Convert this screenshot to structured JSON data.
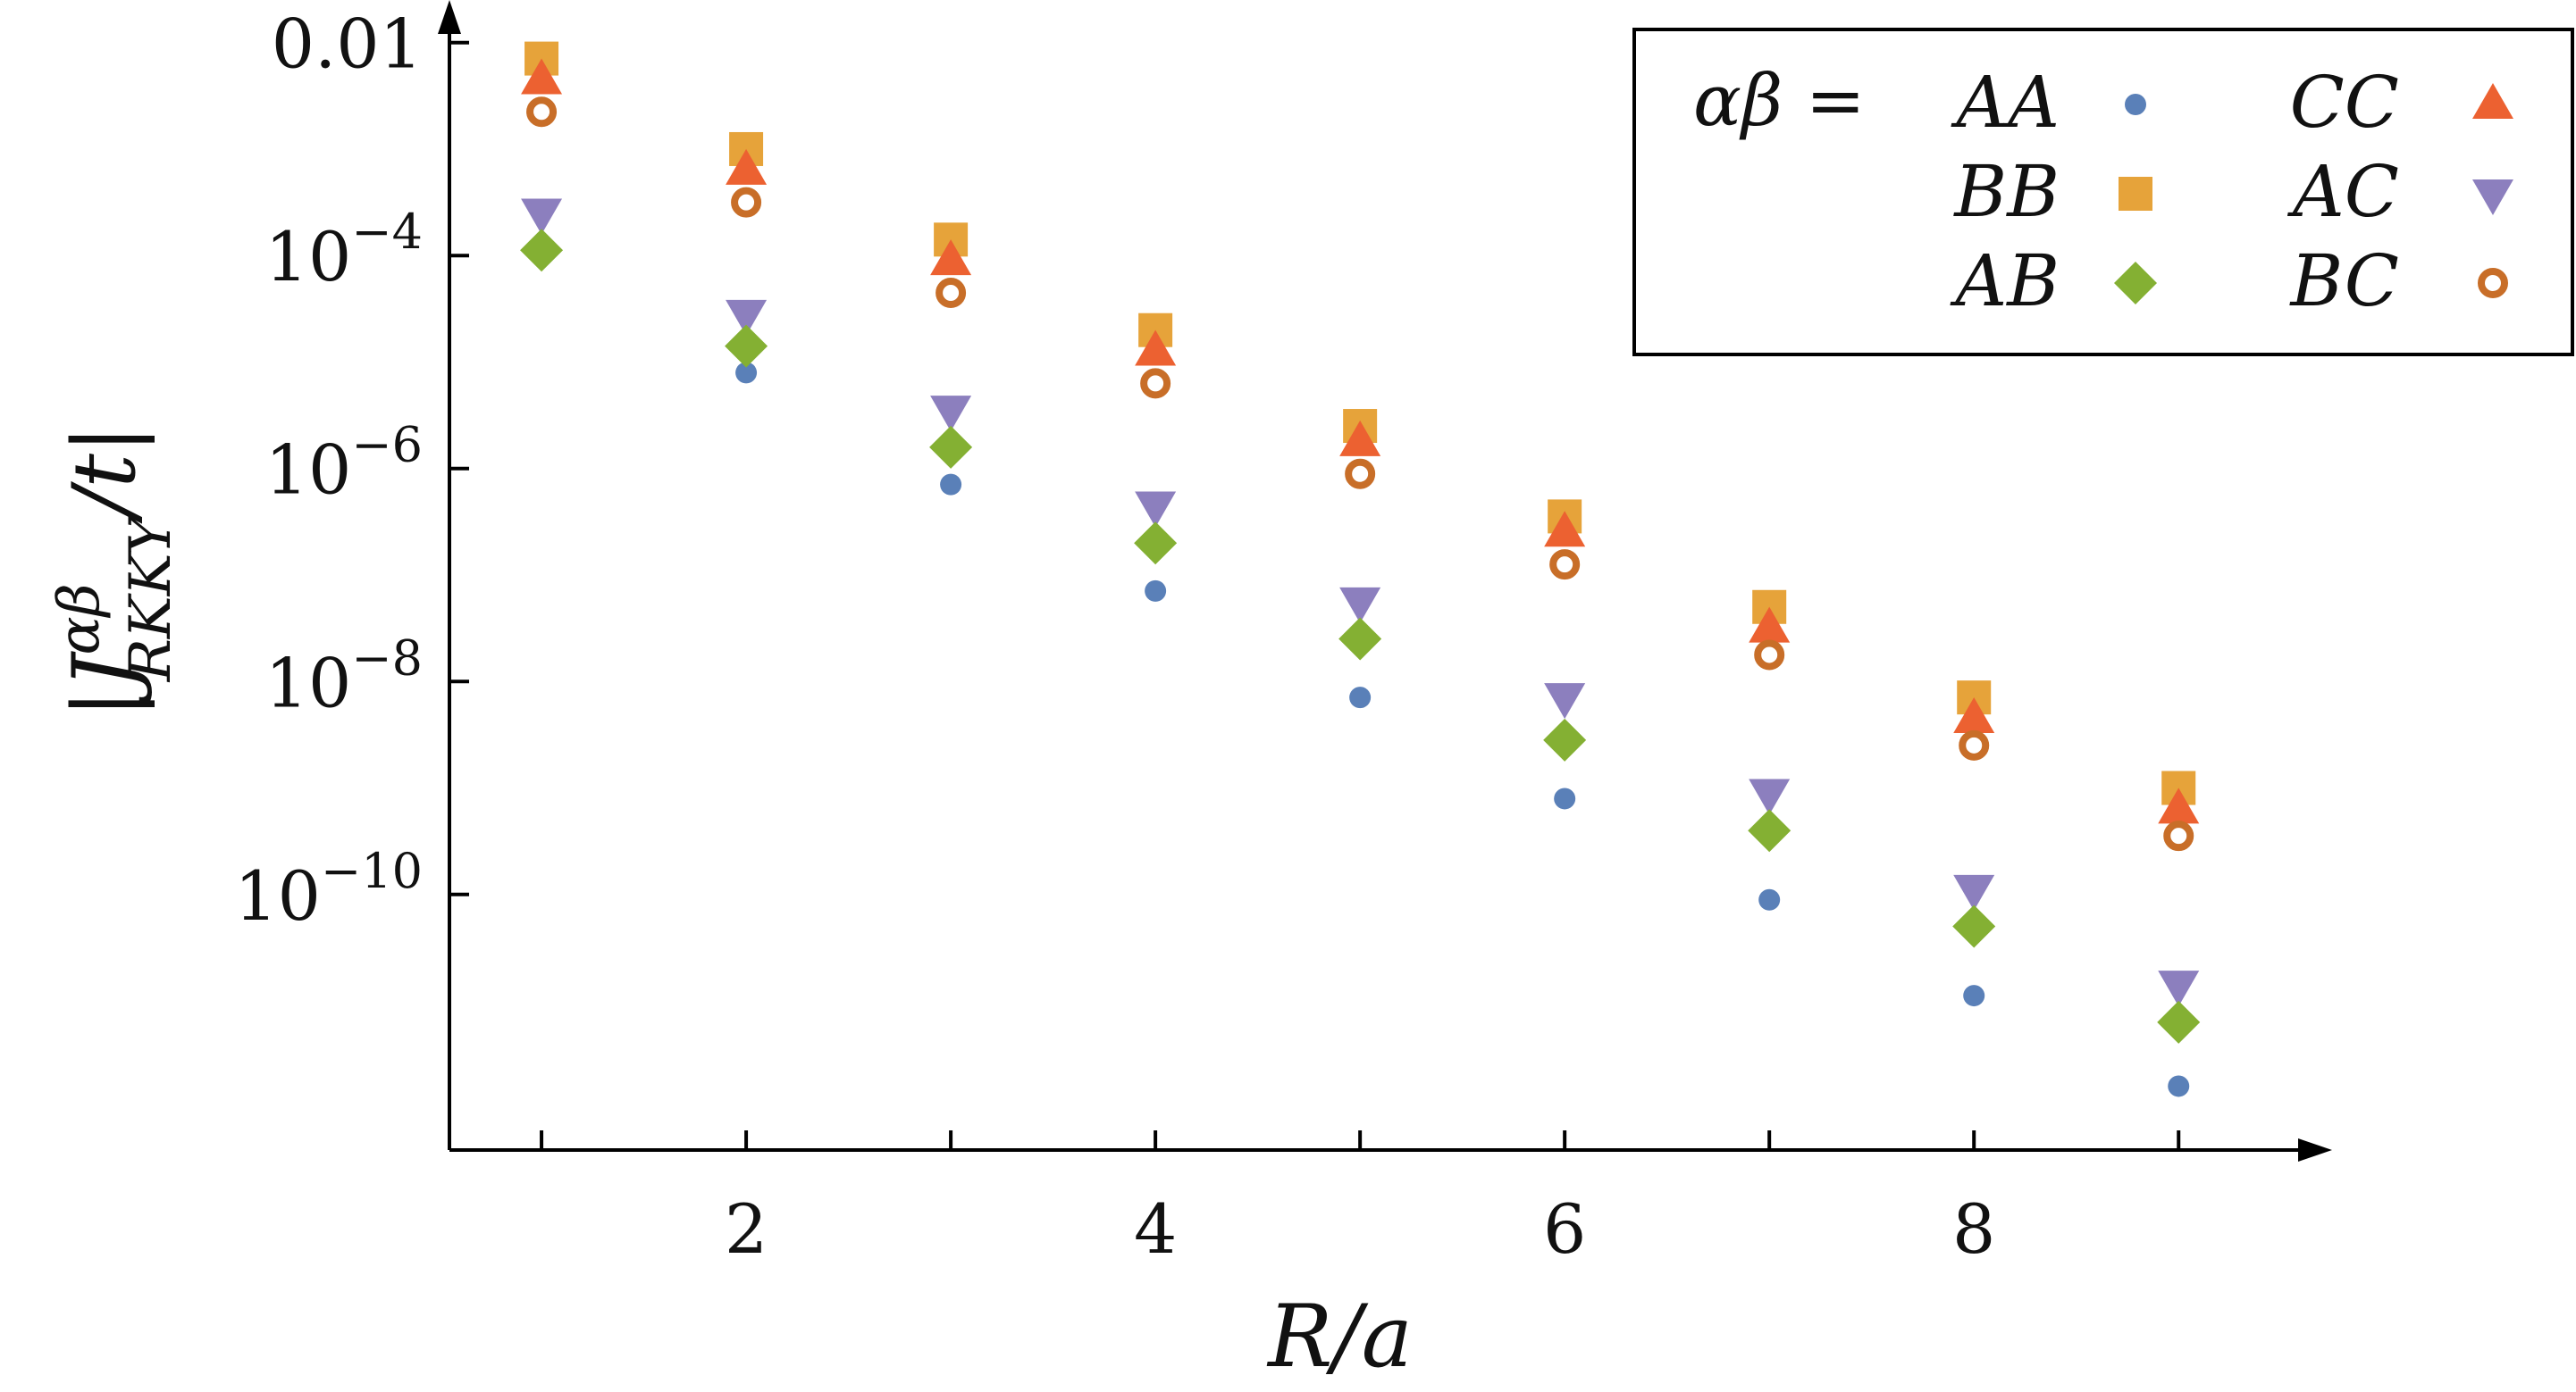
{
  "chart_data": {
    "type": "scatter",
    "xlabel": "R/a",
    "ylabel_main": "|J",
    "ylabel_sup": "αβ",
    "ylabel_sub": "RKKY",
    "ylabel_tail": "/t|",
    "y_scale": "log",
    "xlim": [
      0.55,
      9.75
    ],
    "ylim_log10": [
      -12.4,
      -1.6
    ],
    "x_ticks": [
      {
        "value": 1,
        "label": ""
      },
      {
        "value": 2,
        "label": "2"
      },
      {
        "value": 3,
        "label": ""
      },
      {
        "value": 4,
        "label": "4"
      },
      {
        "value": 5,
        "label": ""
      },
      {
        "value": 6,
        "label": "6"
      },
      {
        "value": 7,
        "label": ""
      },
      {
        "value": 8,
        "label": "8"
      },
      {
        "value": 9,
        "label": ""
      }
    ],
    "y_ticks": [
      {
        "log10": -2,
        "base": "0.01",
        "exp": ""
      },
      {
        "log10": -4,
        "base": "10",
        "exp": "−4"
      },
      {
        "log10": -6,
        "base": "10",
        "exp": "−6"
      },
      {
        "log10": -8,
        "base": "10",
        "exp": "−8"
      },
      {
        "log10": -10,
        "base": "10",
        "exp": "−10"
      }
    ],
    "legend": {
      "prefix": "αβ =",
      "placement": "top-right",
      "columns": [
        [
          "AA",
          "BB",
          "AB"
        ],
        [
          "CC",
          "AC",
          "BC"
        ]
      ]
    },
    "x": [
      1,
      2,
      3,
      4,
      5,
      6,
      7,
      8,
      9
    ],
    "series": [
      {
        "name": "AA",
        "marker": "circle",
        "color": "#5a80b8",
        "log10_values": [
          -3.9,
          -5.1,
          -6.15,
          -7.15,
          -8.15,
          -9.1,
          -10.05,
          -10.95,
          -11.8
        ]
      },
      {
        "name": "BB",
        "marker": "square",
        "color": "#e6a33a",
        "log10_values": [
          -2.15,
          -3.0,
          -3.85,
          -4.7,
          -5.6,
          -6.45,
          -7.3,
          -8.15,
          -9.0
        ]
      },
      {
        "name": "AB",
        "marker": "diamond",
        "color": "#84b033",
        "log10_values": [
          -3.95,
          -4.85,
          -5.8,
          -6.7,
          -7.6,
          -8.55,
          -9.4,
          -10.3,
          -11.2
        ]
      },
      {
        "name": "CC",
        "marker": "triangle-up",
        "color": "#ec6131",
        "log10_values": [
          -2.35,
          -3.2,
          -4.05,
          -4.9,
          -5.75,
          -6.6,
          -7.5,
          -8.35,
          -9.2
        ]
      },
      {
        "name": "AC",
        "marker": "triangle-down",
        "color": "#8c7fbe",
        "log10_values": [
          -3.6,
          -4.55,
          -5.45,
          -6.35,
          -7.25,
          -8.15,
          -9.05,
          -9.95,
          -10.85
        ]
      },
      {
        "name": "BC",
        "marker": "open-circle",
        "color": "#c86e28",
        "log10_values": [
          -2.65,
          -3.5,
          -4.35,
          -5.2,
          -6.05,
          -6.9,
          -7.75,
          -8.6,
          -9.45
        ]
      }
    ]
  }
}
